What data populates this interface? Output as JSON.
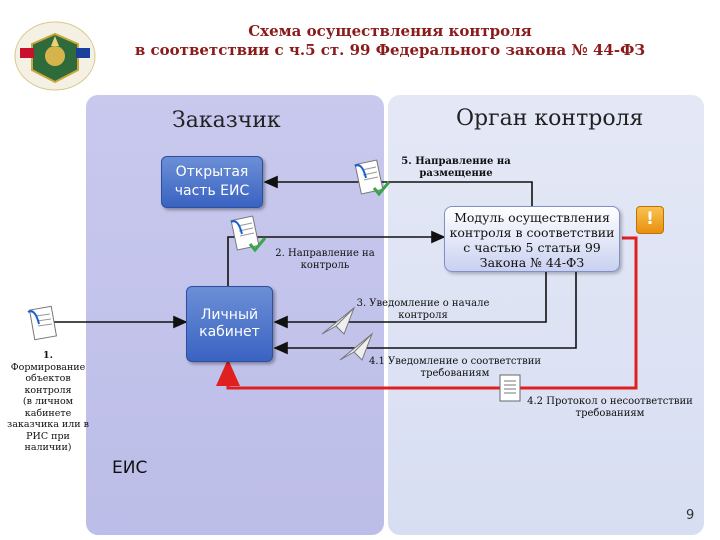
{
  "title": {
    "line1": "Схема осуществления контроля",
    "line2": "в соответствии с ч.5 ст. 99 Федерального закона № 44-ФЗ"
  },
  "panels": {
    "left_title": "Заказчик",
    "right_title": "Орган контроля"
  },
  "boxes": {
    "open_part": {
      "line1": "Открытая",
      "line2": "часть ЕИС"
    },
    "cabinet": {
      "line1": "Личный",
      "line2": "кабинет"
    },
    "module": {
      "line1": "Модуль осуществления",
      "line2": "контроля в соответствии",
      "line3": "с частью 5 статьи 99",
      "line4": "Закона № 44-ФЗ"
    }
  },
  "labels": {
    "step1_num": "1.",
    "step1_lines": [
      "Формирование",
      "объектов",
      "контроля",
      "(в личном",
      "кабинете",
      "заказчика или в",
      "РИС при",
      "наличии)"
    ],
    "step2": [
      "2. Направление на",
      "контроль"
    ],
    "step3": [
      "3. Уведомление о начале",
      "контроля"
    ],
    "step41": [
      "4.1 Уведомление о соответствии",
      "требованиям"
    ],
    "step42": [
      "4.2 Протокол о несоответствии",
      "требованиям"
    ],
    "step5": [
      "5. Направление на",
      "размещение"
    ]
  },
  "warning_glyph": "!",
  "eis": "ЕИС",
  "page_number": "9",
  "colors": {
    "title": "#8b1a1a",
    "left_panel": "#c3c4eb",
    "right_panel": "#dfe4f4",
    "box_blue": "#3a63c2",
    "red_arrow": "#e02020",
    "warning": "#f5a623"
  }
}
